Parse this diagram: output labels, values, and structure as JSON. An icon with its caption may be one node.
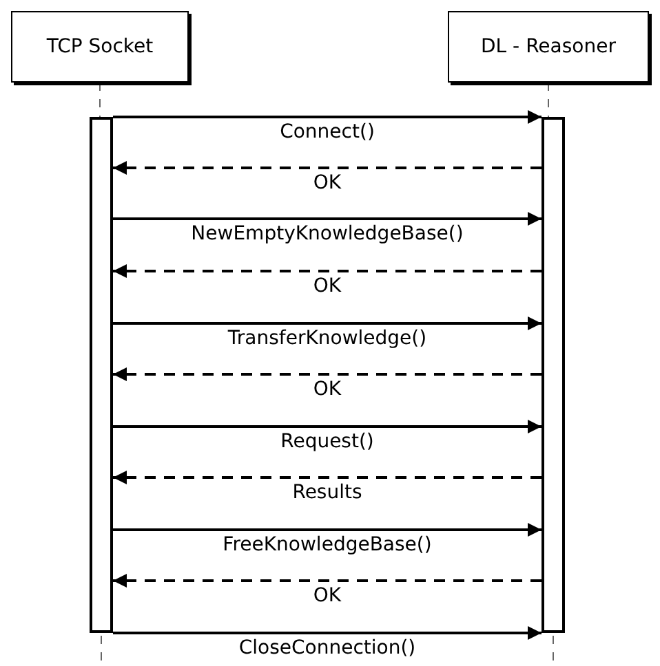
{
  "diagram": {
    "nodes": [
      {
        "text": [
          "TCP Socket"
        ]
      },
      {
        "text": [
          "DL - Reasoner"
        ]
      },
      {
        "text": [],
        "shape": "bar"
      },
      {
        "text": [],
        "shape": "bar"
      }
    ],
    "edges": [
      {
        "from": 0,
        "to": 2,
        "arrow": "none",
        "style": "dashed",
        "color": "#666666"
      },
      {
        "from": 1,
        "to": 3,
        "arrow": "none",
        "style": "dashed",
        "color": "#666666"
      },
      {
        "from": 2,
        "to": 3,
        "arrow": "to",
        "label": "Connect()"
      },
      {
        "from": 3,
        "to": 2,
        "arrow": "to",
        "label": "OK",
        "style": "dashed"
      },
      {
        "from": 2,
        "to": 3,
        "arrow": "to",
        "label": "NewEmptyKnowledgeBase()"
      },
      {
        "from": 3,
        "to": 2,
        "arrow": "to",
        "label": "OK",
        "style": "dashed"
      },
      {
        "from": 2,
        "to": 3,
        "arrow": "to",
        "label": "TransferKnowledge()"
      },
      {
        "from": 3,
        "to": 2,
        "arrow": "to",
        "label": "OK",
        "style": "dashed"
      },
      {
        "from": 2,
        "to": 3,
        "arrow": "to",
        "label": "Request()"
      },
      {
        "from": 3,
        "to": 2,
        "arrow": "to",
        "label": "Results",
        "style": "dashed"
      },
      {
        "from": 2,
        "to": 3,
        "arrow": "to",
        "label": "FreeKnowledgeBase()"
      },
      {
        "from": 3,
        "to": 2,
        "arrow": "to",
        "label": "OK",
        "style": "dashed"
      },
      {
        "from": 2,
        "to": 3,
        "arrow": "to",
        "label": "CloseConnection()"
      }
    ]
  }
}
